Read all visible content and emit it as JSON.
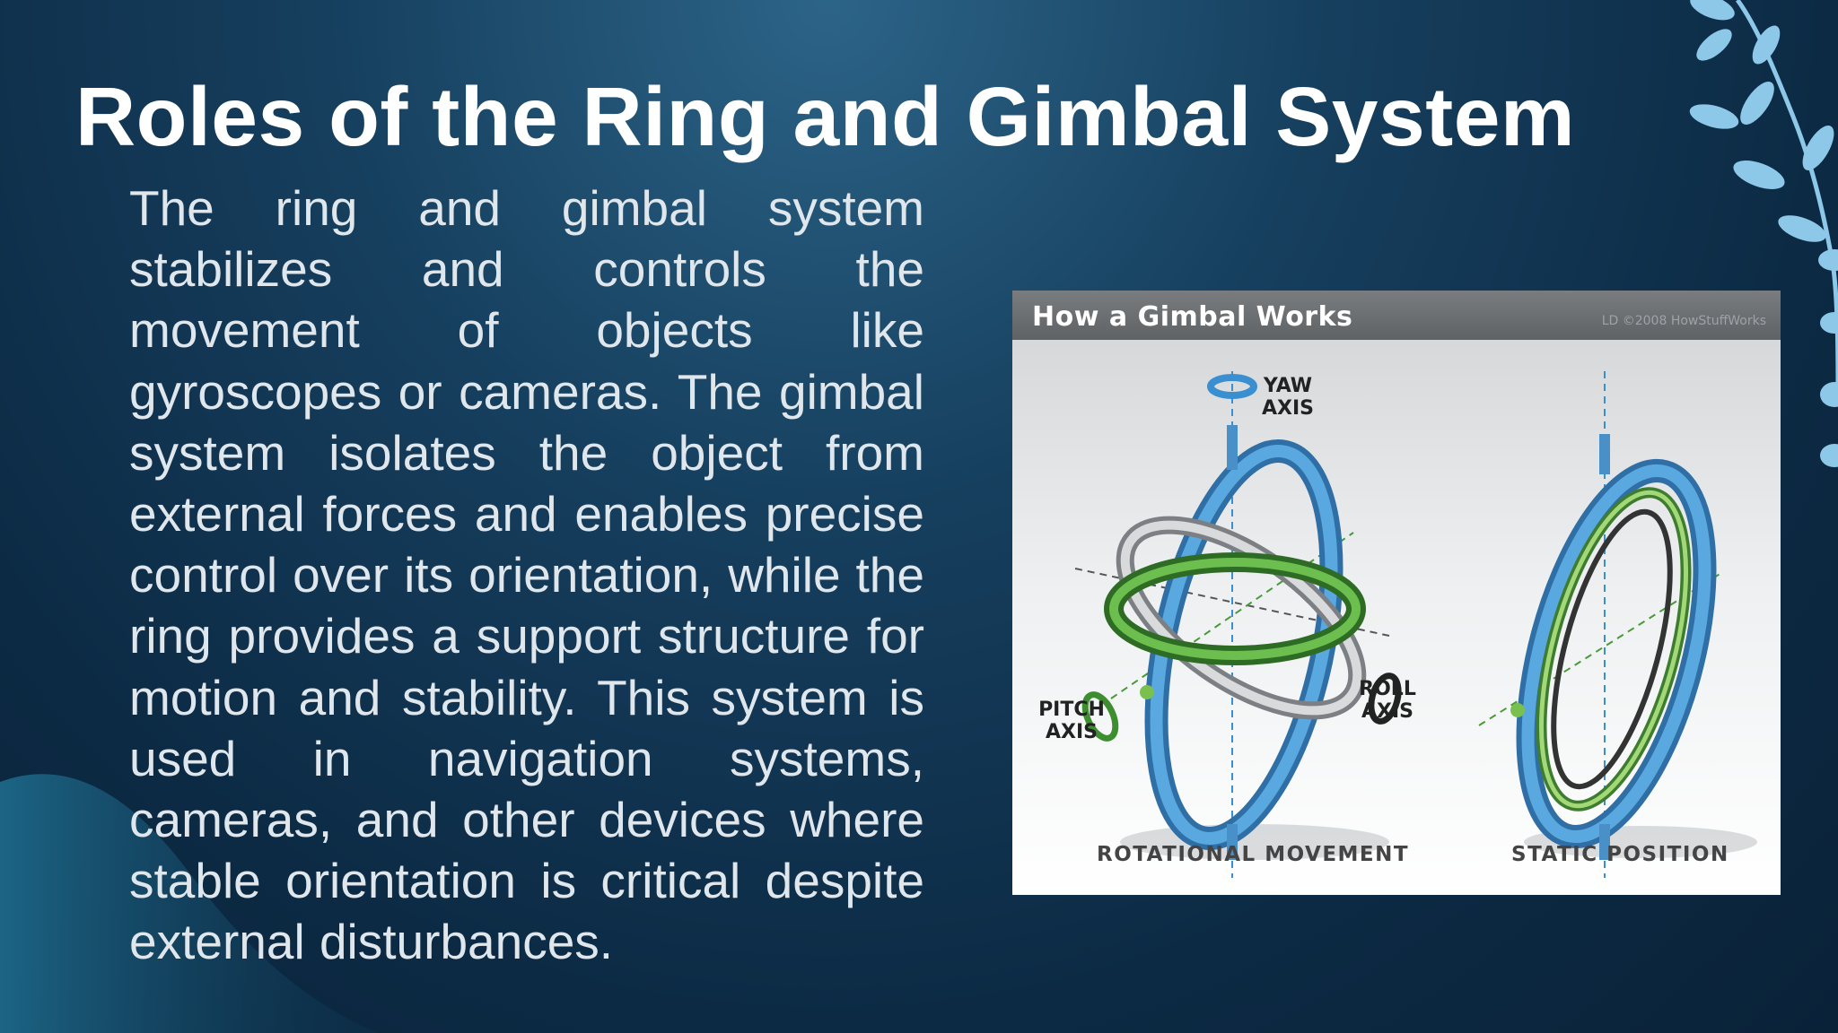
{
  "slide": {
    "title": "Roles of the Ring and Gimbal System",
    "body": "The ring and gimbal system stabilizes and controls the movement of objects like gyroscopes or cameras. The gimbal system isolates the object from external forces and enables precise control over its orientation, while the ring provides a support structure for motion and stability. This system is used in navigation systems, cameras, and other devices where stable orientation is critical despite external disturbances."
  },
  "figure": {
    "title": "How a Gimbal Works",
    "credit": "LD ©2008 HowStuffWorks",
    "labels": {
      "yaw": "YAW AXIS",
      "pitch": "PITCH AXIS",
      "roll": "ROLL AXIS"
    },
    "captions": {
      "left": "ROTATIONAL MOVEMENT",
      "right": "STATIC POSITION"
    }
  },
  "colors": {
    "ring_blue": "#3a8fd0",
    "ring_green": "#4a9a3a",
    "ring_silver": "#b8bcc0",
    "leaf": "#8ec8e8"
  }
}
